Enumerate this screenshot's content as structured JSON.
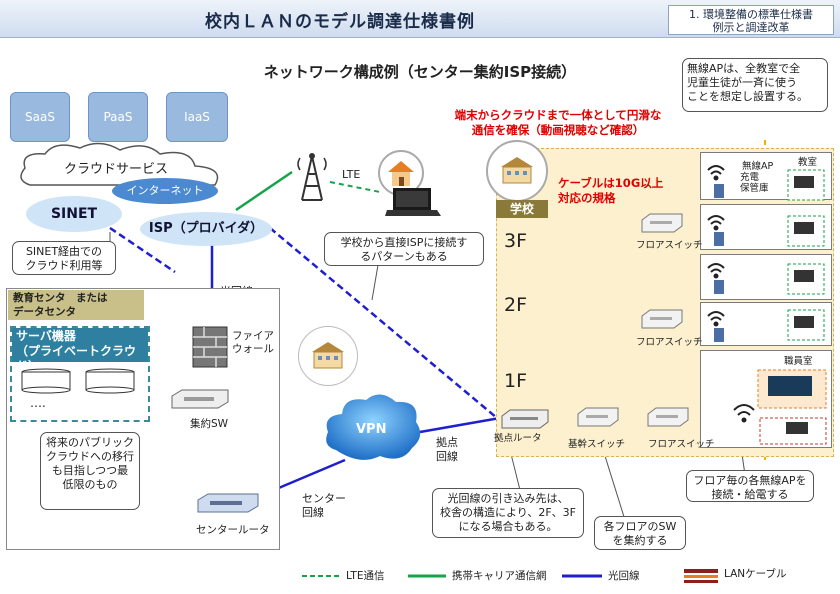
{
  "header": {
    "title": "校内ＬＡＮのモデル調達仕様書例",
    "tag_line1": "1. 環境整備の標準仕様書",
    "tag_line2": "例示と調達改革"
  },
  "subtitle": "ネットワーク構成例（センター集約ISP接続）",
  "cloud": {
    "saas": "SaaS",
    "paas": "PaaS",
    "iaas": "IaaS",
    "service_label": "クラウドサービス",
    "internet": "インターネット",
    "sinet": "SINET",
    "isp": "ISP（プロバイダ）",
    "lte": "LTE"
  },
  "notes": {
    "sinet_usage": "SINET経由での\nクラウド利用等",
    "direct_isp": "学校から直接ISPに接続す\nるパターンもある",
    "seamless": "端末からクラウドまで一体として円滑な\n通信を確保（動画視聴など確認）",
    "wireless_ap": "無線APは、全教室で全\n児童生徒が一斉に使う\nことを想定し設置する。",
    "cable_10g": "ケーブルは10G以上\n対応の規格",
    "public_cloud": "将来のパブリック\nクラウドへの移行\nも目指しつつ最\n低限のもの",
    "fiber_entry": "光回線の引き込み先は、\n校舎の構造により、2F、3F\nになる場合もある。",
    "floor_sw": "各フロアのSW\nを集約する",
    "floor_ap": "フロア毎の各無線APを\n接続・給電する"
  },
  "center": {
    "title1": "教育センタ　または",
    "title2": "データセンタ",
    "servers": "サーバ機器",
    "private_cloud": "（プライベートクラウド）",
    "dots": "….",
    "firewall": "ファイア\nウォール",
    "agg_sw": "集約SW",
    "center_router": "センタールータ",
    "fiber_label": "光回線",
    "center_line": "センター\n回線",
    "vpn": "VPN",
    "base_line": "拠点\n回線"
  },
  "school": {
    "label": "学校",
    "floor3": "3F",
    "floor2": "2F",
    "floor1": "1F",
    "classroom": "教室",
    "wireless_ap": "無線AP",
    "charging": "充電\n保管庫",
    "staff_room": "職員室",
    "floor_switch": "フロアスイッチ",
    "core_switch": "基幹スイッチ",
    "base_router": "拠点ルータ"
  },
  "legend": {
    "lte": "LTE通信",
    "carrier": "携帯キャリア通信網",
    "fiber": "光回線",
    "lan": "LANケーブル"
  },
  "colors": {
    "fiber": "#1f1fd0",
    "carrier": "#16a34a",
    "lan": "#8b1e1e",
    "highlight": "#e00000",
    "school_bg": "#fcf0cf"
  }
}
